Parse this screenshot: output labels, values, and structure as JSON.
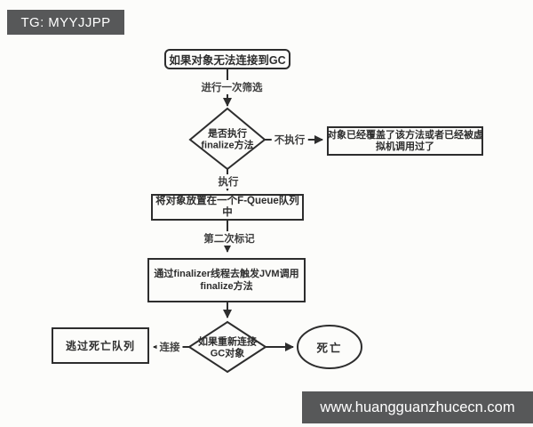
{
  "canvas": {
    "bg": "#fcfcfa",
    "ink": "#2d2d2d",
    "badge_bg": "#575859",
    "badge_fg": "#ffffff"
  },
  "badges": {
    "top_left": "TG: MYYJJPP",
    "bottom_right": "www.huangguanzhucecn.com"
  },
  "flowchart": {
    "nodes": {
      "start": {
        "shape": "rounded-rect",
        "label": "如果对象无法连接到GC"
      },
      "decision_finalize": {
        "shape": "diamond",
        "lines": [
          "是否执行",
          "finalize方法"
        ]
      },
      "overridden": {
        "shape": "rect",
        "lines": [
          "对象已经覆盖了该方法或者已经被虚",
          "拟机调用过了"
        ]
      },
      "fqueue": {
        "shape": "rect",
        "lines": [
          "将对象放置在一个F-Queue队列",
          "中"
        ]
      },
      "finalizer": {
        "shape": "rect",
        "lines": [
          "通过finalizer线程去触发JVM调用",
          "finalize方法"
        ]
      },
      "decision_reconnect": {
        "shape": "diamond",
        "lines": [
          "如果重新连接",
          "GC对象"
        ]
      },
      "escape": {
        "shape": "rect",
        "label": "逃过死亡队列"
      },
      "death": {
        "shape": "ellipse",
        "label": "死亡"
      }
    },
    "edges": {
      "screening_label": "进行一次筛选",
      "not_execute_label": "不执行",
      "execute_label": "执行",
      "second_mark_label": "第二次标记",
      "connect_label": "连接"
    }
  }
}
